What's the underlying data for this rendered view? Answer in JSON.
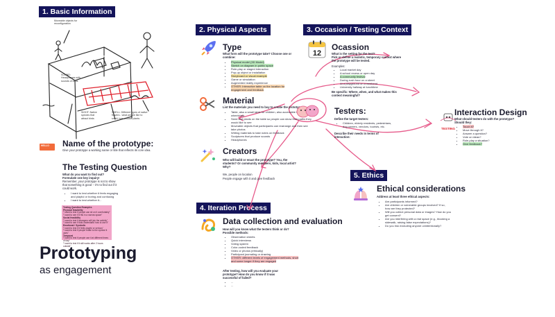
{
  "sections": {
    "basic": "1. Basic Information",
    "physical": "2. Physical Aspects",
    "occasion": "3. Occasion / Testing Context",
    "iteration": "4. Iteration Process",
    "ethics": "5. Ethics"
  },
  "basic": {
    "sketch_notes": {
      "moveable": "Moveable objects for reconfiguration",
      "sound": "SOUND: Headphones with sounds of birds",
      "sight": "SIGHT: Native species that attract birds",
      "smell": "SMELL: Different types of native flowers - what people like to smell, how choose plants"
    },
    "name_title": "Name of the prototype:",
    "name_desc": "Give your prototype a working name or title that reflects its core idea.",
    "testing_title": "The Testing Question",
    "testing_q1": "What do you want to find out? Formulate one key inquiry!",
    "testing_q2": "Remember, your prototype is not to show that something is good -- it's to find out if it could work.",
    "testing_bullets": [
      "I want to test whether it feels engaging and playful or boring and confusing",
      "I want to test whether it..."
    ],
    "sticky": {
      "heading": "Testing Question Examples",
      "lines": [
        "Physical feasibility",
        "\"I want to test if people can sit on it comfortably\"",
        "\"I want to see if it fits in a narrow space\"",
        "Social feasibility",
        "\"I want to test if strangers will join the activity\"",
        "\"I want to see if kids understand how to use it\"",
        "Emotional / Symbolic",
        "\"I want to test if it feels playful or serious\"",
        "\"I want to test if people relate to the symbol it uses\"",
        "Temporal",
        "\"I want to test if people use it at different times of day\"",
        "\"I want to test if it still works after 2 hours outside\""
      ]
    },
    "big_title": "Prototyping",
    "big_subtitle": "as engagement"
  },
  "physical": {
    "type_title": "Type",
    "type_q": "What form will the prototype take? Choose one or combine:",
    "type_items": [
      "Physical model (3D Model)",
      "Sketch on diagram in public space",
      "Role-play or staged interaction",
      "Pop-up object or installation",
      "Storyboard or visual example",
      "Game or simulation",
      "Augmented reality experience",
      "OTHER: Interactive table on the location for engagement and feedback"
    ],
    "material_title": "Material",
    "material_q": "List the materials you need to buy to create the prototype:",
    "material_items": [
      "Table, also a small table for children, also accessible for wheelchair",
      "Seed and plants on the table so people can show their paths they would like to see",
      "Moveable objects that participants can rearrange and then see take photos",
      "Writing materials to take notes on feedback",
      "Sculptures that produce sounds",
      "Headphones"
    ],
    "creators_title": "Creators",
    "creators_q": "Who will build or enact the prototype? You, the students? Or community members, kids, local artist? Why?",
    "creators_a": "We, people on location",
    "creators_a2": "People engage with it and give feedback"
  },
  "occasion": {
    "title": "Ocassion",
    "q1": "What is the setting for the test?",
    "q2": "Pick or define a realistic, temporary context where the prototype will be tested.",
    "examples_label": "Examples:",
    "items": [
      "Local market day",
      "A school recess or open day",
      "A community festival",
      "During rush hour on a street",
      "At a playground on a weekend",
      "University hallway at lunchtime"
    ],
    "specific": "Be specific: Where, when, and what makes this context meaningful?",
    "testers_title": "Testers:",
    "testers_q": "Define the target testers:",
    "testers_items": [
      "Children, elderly residents, pedestrians, dog owners, vendors, tourists, etc."
    ],
    "testers_q2": "Describe their needs in terms of interaction:",
    "interaction_title": "Interaction Design",
    "interaction_q": "What should testers do with the prototype? Should they:",
    "interaction_items": [
      "Touch it?",
      "Move through it?",
      "Answer a question?",
      "Vote on ideas?",
      "Role-play a situation?",
      "Give feedback?"
    ],
    "testing_badge": "TESTING"
  },
  "ethics": {
    "title": "Ethical considerations",
    "q": "Address at least three ethical aspects:",
    "items": [
      "Are participants informed?",
      "Are children or vulnerable groups involved? If so, how are they protected?",
      "Will you collect personal data or images? How do you get consent?",
      "Are you interfering with a real space (e.g., blocking a sidewalk, raising false expectations)?",
      "Do you risk excluding anyone unintentionally?"
    ]
  },
  "iteration": {
    "title": "Data collection and evaluation",
    "q": "How will you know what the testers think or do? Possible methods:",
    "items": [
      "Observation sheets",
      "Quick interviews",
      "Voting system",
      "Color-coded feedback",
      "Video or photos (ethically)",
      "Participant journaling or drawing",
      "OTHER: different levels of engagement methods, short and some longer if they are engaged"
    ],
    "after_q": "After testing, how will you evaluate your prototype? How do you know if it was successful of failed?",
    "after_items": [
      "...",
      "..."
    ]
  },
  "colors": {
    "header_bg": "#14145a",
    "highlight_green": "#b8e6b8",
    "highlight_yellow": "#f5e3a0",
    "highlight_pink": "#f7c0c0",
    "sticky_pink": "#f2a6c9",
    "pen_pink": "#e65a8a",
    "pen_red": "#e0232e"
  },
  "icons": [
    "rocket-icon",
    "scissors-icon",
    "magic-wand-icon",
    "calendar-12-icon",
    "theatre-masks-icon",
    "testing-robot-icon",
    "ethics-hands-icon",
    "data-ink-icon",
    "name-tag-icon"
  ]
}
